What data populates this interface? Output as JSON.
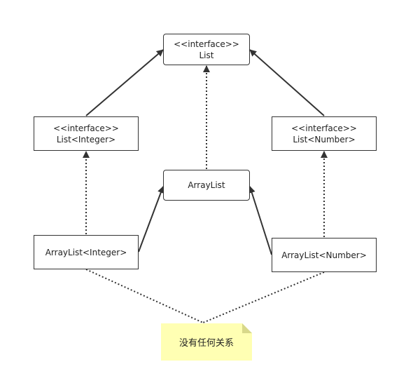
{
  "nodes": {
    "list": {
      "line1": "<<interface>>",
      "line2": "List"
    },
    "list_integer": {
      "line1": "<<interface>>",
      "line2": "List<Integer>"
    },
    "list_number": {
      "line1": "<<interface>>",
      "line2": "List<Number>"
    },
    "arraylist": {
      "label": "ArrayList"
    },
    "arraylist_integer": {
      "label": "ArrayList<Integer>"
    },
    "arraylist_number": {
      "label": "ArrayList<Number>"
    }
  },
  "note": {
    "text": "没有任何关系"
  },
  "colors": {
    "line": "#333333",
    "note_fill": "#ffffb3",
    "note_fold": "#d8d88a"
  }
}
